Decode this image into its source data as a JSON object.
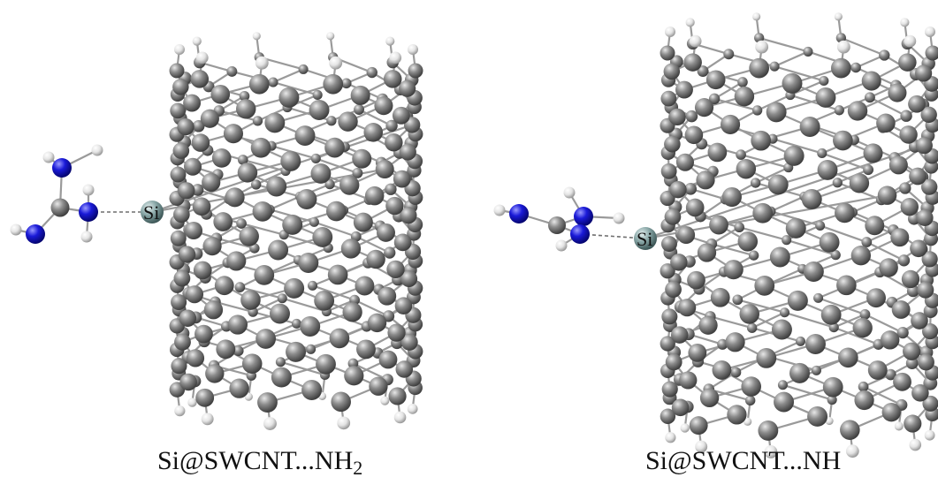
{
  "panels": [
    {
      "caption_main": "Si@SWCNT...NH",
      "caption_sub": "2"
    },
    {
      "caption_main": "Si@SWCNT...NH",
      "caption_sub": ""
    }
  ],
  "atom_labels": {
    "silicon": "Si"
  },
  "colors": {
    "carbon": "#8a8a8a",
    "hydrogen": "#e6e6e6",
    "nitrogen": "#1818d8",
    "silicon": "#86a4a4",
    "bond": "#9a9a9a",
    "weak_bond": "#6f6f6f",
    "caption": "#111111"
  }
}
